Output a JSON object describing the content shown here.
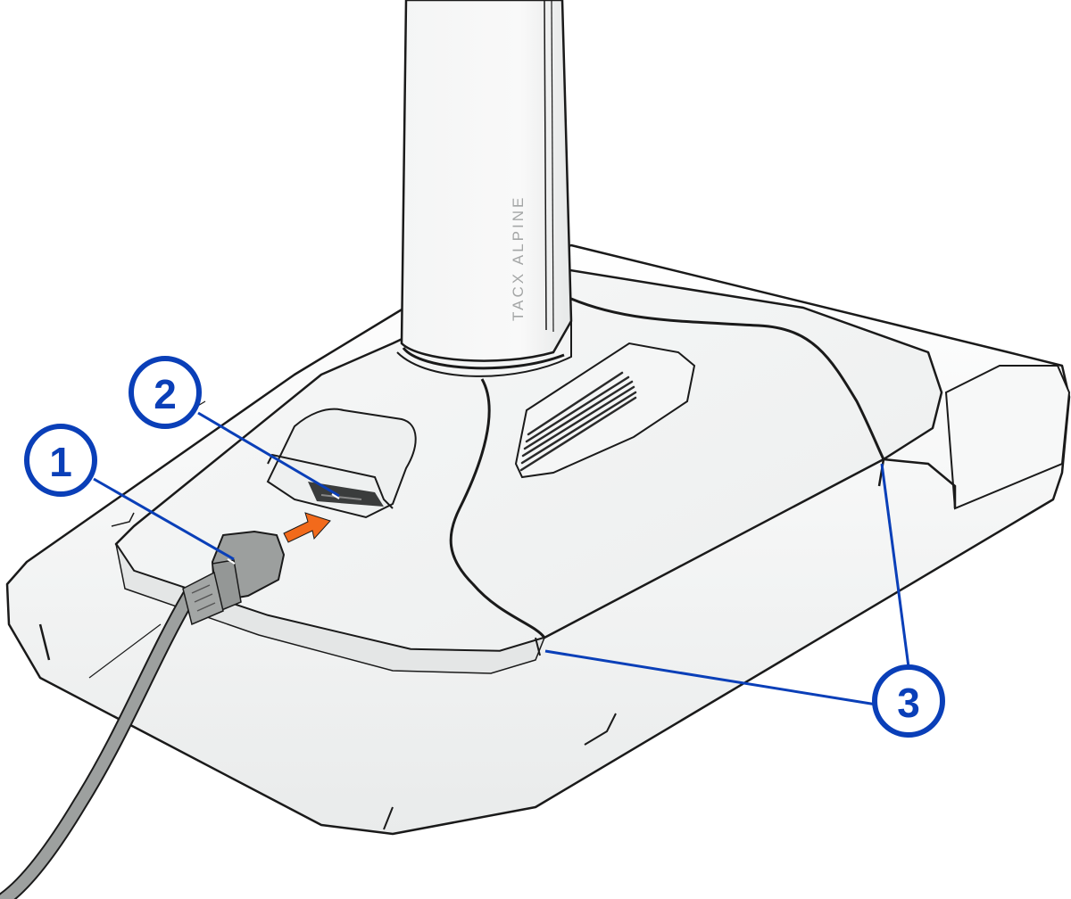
{
  "illustration": {
    "subject": "Tacx Alpine base power connection",
    "brand_label": "TACX ALPINE",
    "colors": {
      "callout": "#0a3fb8",
      "arrow": "#f26a1b",
      "outline": "#1a1a1a",
      "body": "#f4f5f5",
      "shadow": "#e3e5e5",
      "cable": "#9da09f"
    }
  },
  "callouts": [
    {
      "number": "1",
      "target": "power cable plug"
    },
    {
      "number": "2",
      "target": "power port"
    },
    {
      "number": "3",
      "target": "base seams"
    }
  ],
  "direction_arrow": {
    "icon": "arrow-right-icon"
  }
}
